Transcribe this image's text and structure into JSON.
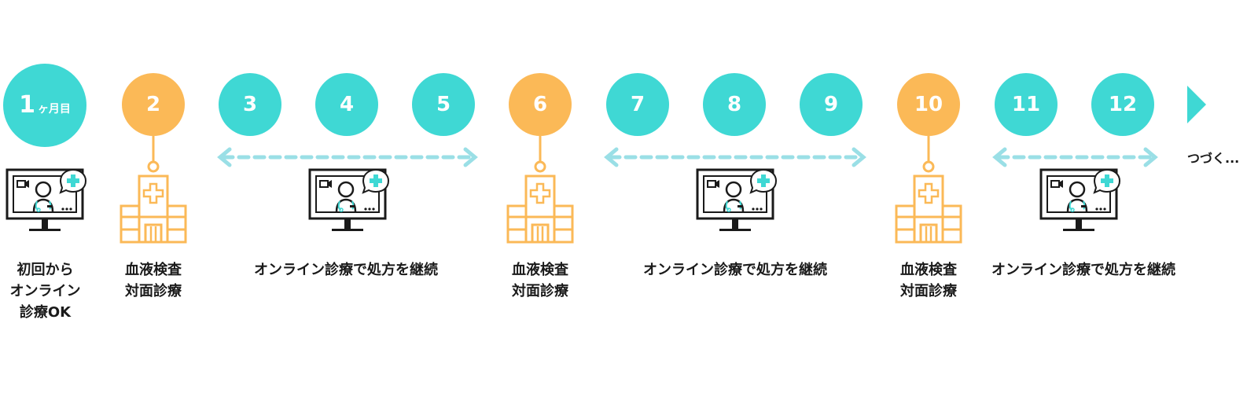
{
  "months": [
    {
      "num": "1",
      "suffix": "ヶ月目",
      "type": "online-start"
    },
    {
      "num": "2",
      "type": "clinic"
    },
    {
      "num": "3",
      "type": "online"
    },
    {
      "num": "4",
      "type": "online"
    },
    {
      "num": "5",
      "type": "online"
    },
    {
      "num": "6",
      "type": "clinic"
    },
    {
      "num": "7",
      "type": "online"
    },
    {
      "num": "8",
      "type": "online"
    },
    {
      "num": "9",
      "type": "online"
    },
    {
      "num": "10",
      "type": "clinic"
    },
    {
      "num": "11",
      "type": "online"
    },
    {
      "num": "12",
      "type": "online"
    }
  ],
  "labels": {
    "first": "初回から\nオンライン\n診療OK",
    "clinic": "血液検査\n対面診療",
    "online": "オンライン診療で処方を継続"
  },
  "continue_text": "つづく...",
  "colors": {
    "teal": "#3fd8d4",
    "orange": "#fbb957",
    "arrow": "#9adfe6",
    "dark": "#1a1a1a",
    "icon_teal": "#3fd8d4"
  },
  "icons": {
    "online": "doctor-monitor-icon",
    "clinic": "hospital-building-icon",
    "next": "next-triangle-icon"
  }
}
